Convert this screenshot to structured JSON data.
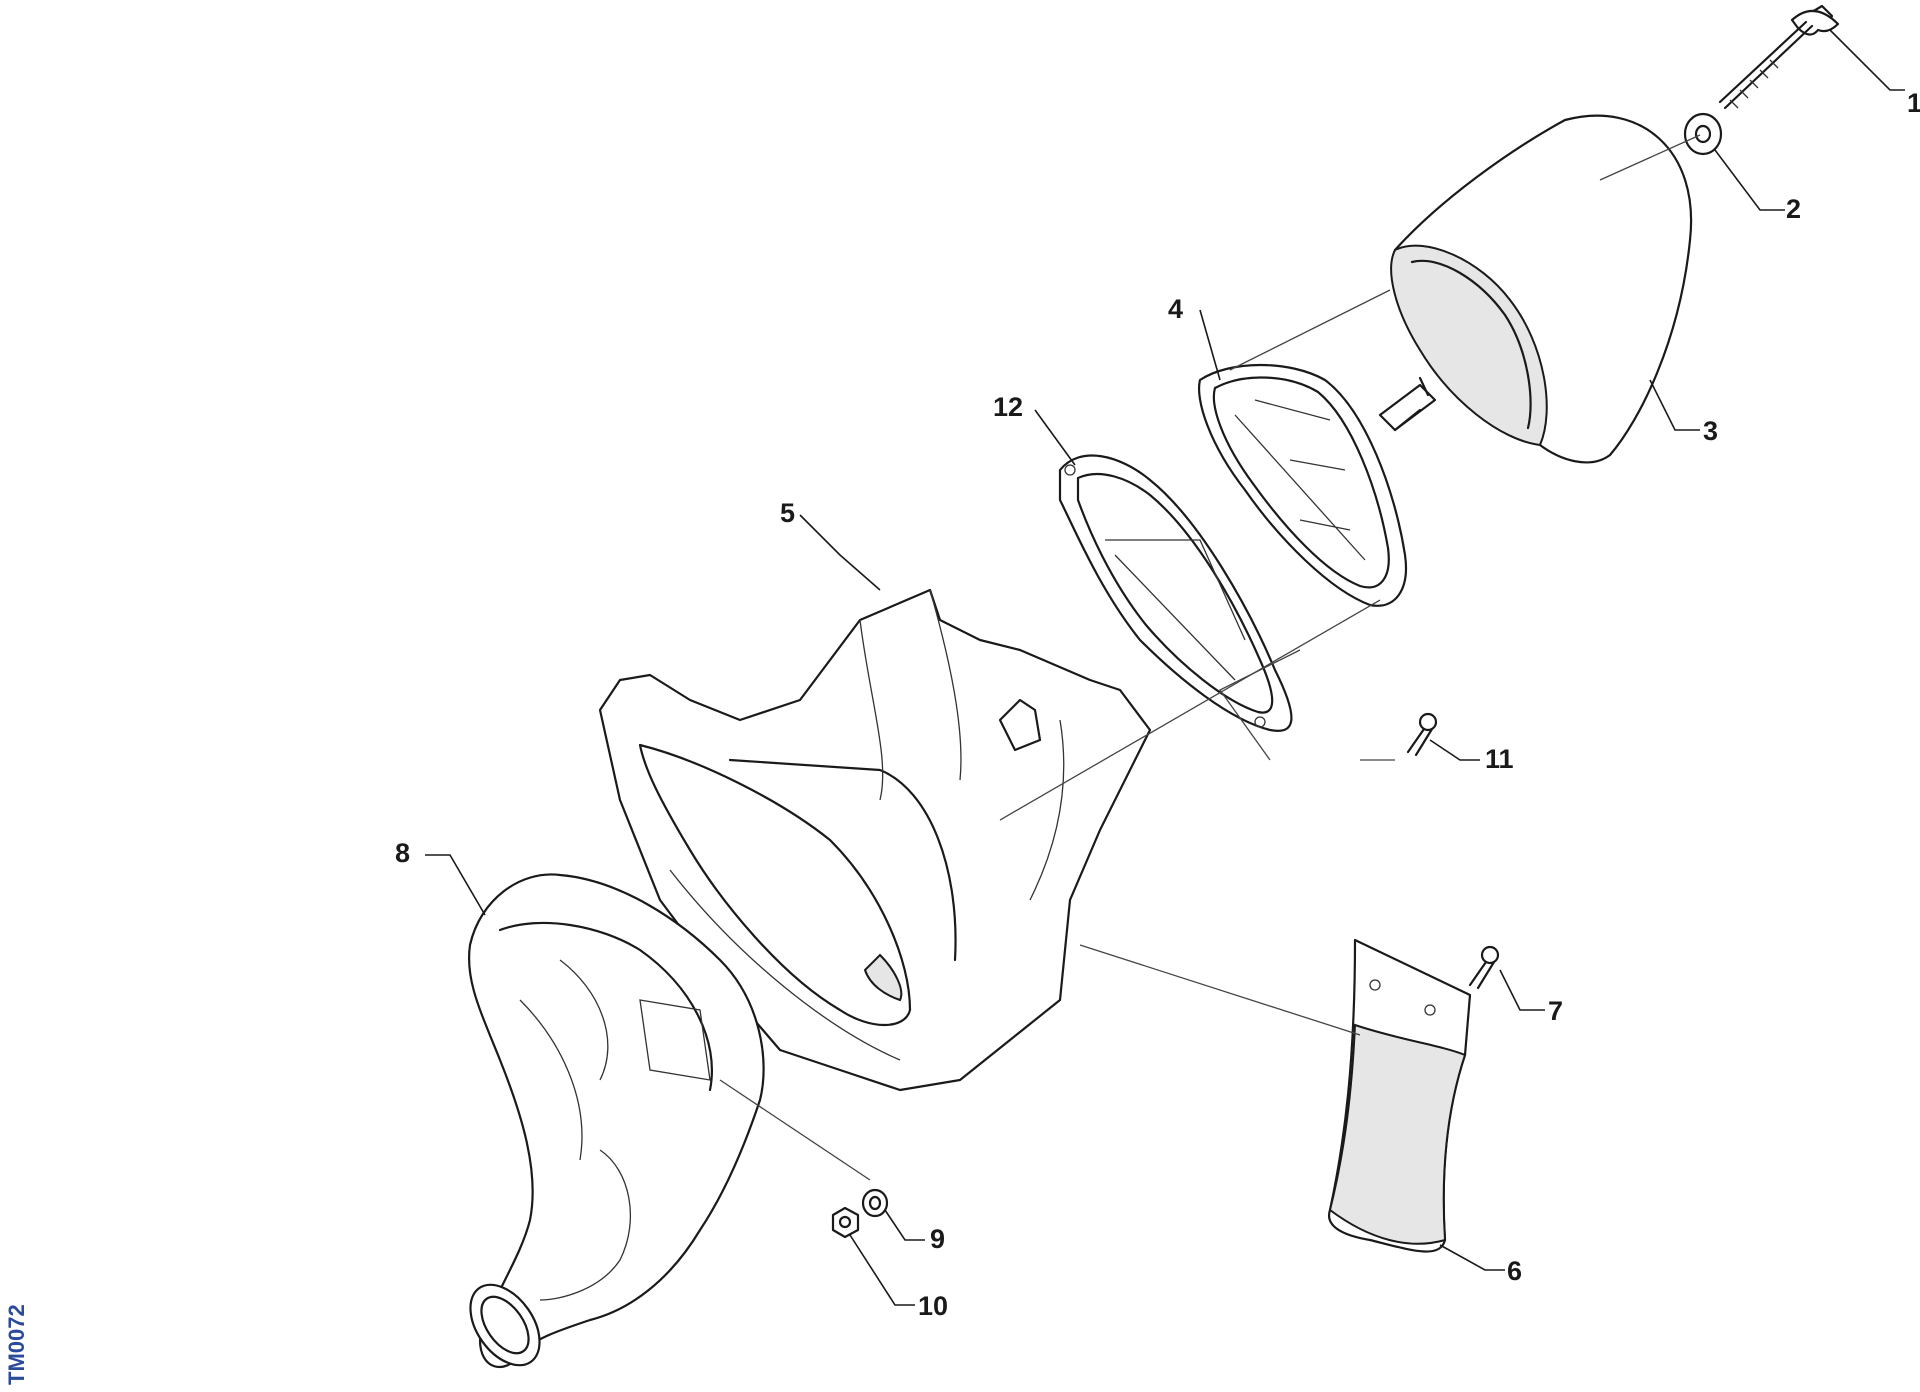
{
  "figure": {
    "reference_code": "TM0072",
    "callouts": [
      "1",
      "2",
      "3",
      "4",
      "5",
      "6",
      "7",
      "8",
      "9",
      "10",
      "11",
      "12"
    ]
  },
  "colors": {
    "line": "#1a1a1a",
    "shade": "#e6e6e6",
    "reference_code": "#2a4b9b"
  }
}
